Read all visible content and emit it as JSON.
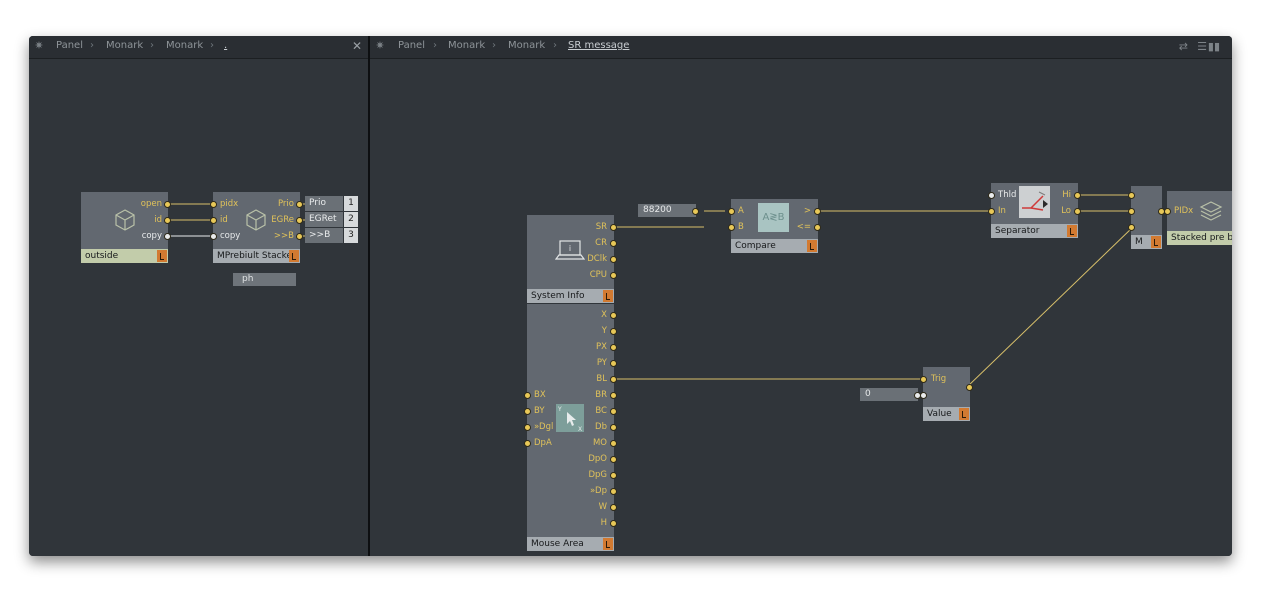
{
  "left_pane": {
    "breadcrumb": [
      "Panel",
      "Monark",
      "Monark",
      "."
    ],
    "close_label": "✕"
  },
  "right_pane": {
    "breadcrumb": [
      "Panel",
      "Monark",
      "Monark",
      "SR message"
    ]
  },
  "nodes": {
    "outside": {
      "title": "outside",
      "ports": [
        "open",
        "id",
        "copy"
      ]
    },
    "mprebuilt": {
      "title": "MPrebiult Stacke",
      "inputs": [
        "pidx",
        "id",
        "copy"
      ],
      "outputs": [
        "Prio",
        "EGRe",
        ">>B"
      ]
    },
    "out_stack": {
      "labels": [
        "Prio",
        "EGRet",
        ">>B"
      ],
      "numbers": [
        "1",
        "2",
        "3"
      ]
    },
    "ph": {
      "label": "ph"
    },
    "system_info": {
      "title": "System Info",
      "outputs": [
        "SR",
        "CR",
        "DClk",
        "CPU"
      ]
    },
    "mouse_area": {
      "title": "Mouse Area",
      "outputs": [
        "X",
        "Y",
        "PX",
        "PY",
        "BL",
        "BR",
        "BC",
        "Db",
        "MO",
        "DpO",
        "DpG",
        "»Dp",
        "W",
        "H"
      ],
      "inputs": [
        "BX",
        "BY",
        "»Dgl",
        "DpA"
      ]
    },
    "constant_88200": {
      "value": "88200"
    },
    "compare": {
      "title": "Compare",
      "inputs": [
        "A",
        "B"
      ],
      "outputs": [
        ">",
        "<="
      ],
      "icon_text": "A≷B"
    },
    "separator": {
      "title": "Separator",
      "inputs": [
        "Thld",
        "In"
      ],
      "outputs": [
        "Hi",
        "Lo"
      ]
    },
    "merge": {
      "title": "M"
    },
    "stacked": {
      "title": "Stacked pre built",
      "inputs": [
        "PIDx"
      ]
    },
    "value": {
      "title": "Value",
      "inputs": [
        "Trig"
      ]
    },
    "constant_0": {
      "value": "0"
    }
  },
  "colors": {
    "wire": "#d8c06a",
    "port": "#e8c858",
    "node_body": "#626870",
    "canvas": "#30353a",
    "out_button": "#d27a31"
  }
}
